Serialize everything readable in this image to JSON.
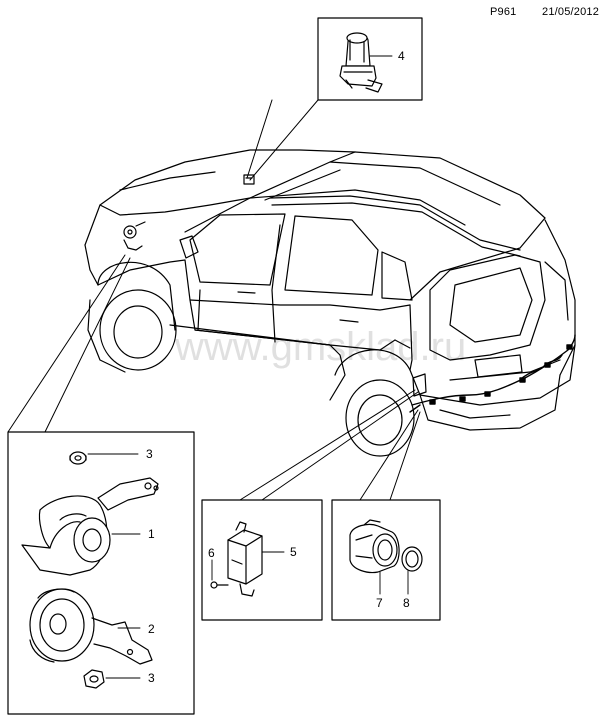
{
  "header": {
    "page_code": "P961",
    "date": "21/05/2012"
  },
  "watermark": "www.gmsklad.ru",
  "callouts": {
    "c1": "1",
    "c2": "2",
    "c3a": "3",
    "c3b": "3",
    "c4": "4",
    "c5": "5",
    "c6": "6",
    "c7": "7",
    "c8": "8"
  },
  "parts": [
    {
      "number": "1",
      "name": "horn-high"
    },
    {
      "number": "2",
      "name": "horn-low"
    },
    {
      "number": "3",
      "name": "nut"
    },
    {
      "number": "4",
      "name": "roof-sensor"
    },
    {
      "number": "5",
      "name": "control-module"
    },
    {
      "number": "6",
      "name": "screw"
    },
    {
      "number": "7",
      "name": "parking-sensor"
    },
    {
      "number": "8",
      "name": "sensor-ring"
    }
  ]
}
